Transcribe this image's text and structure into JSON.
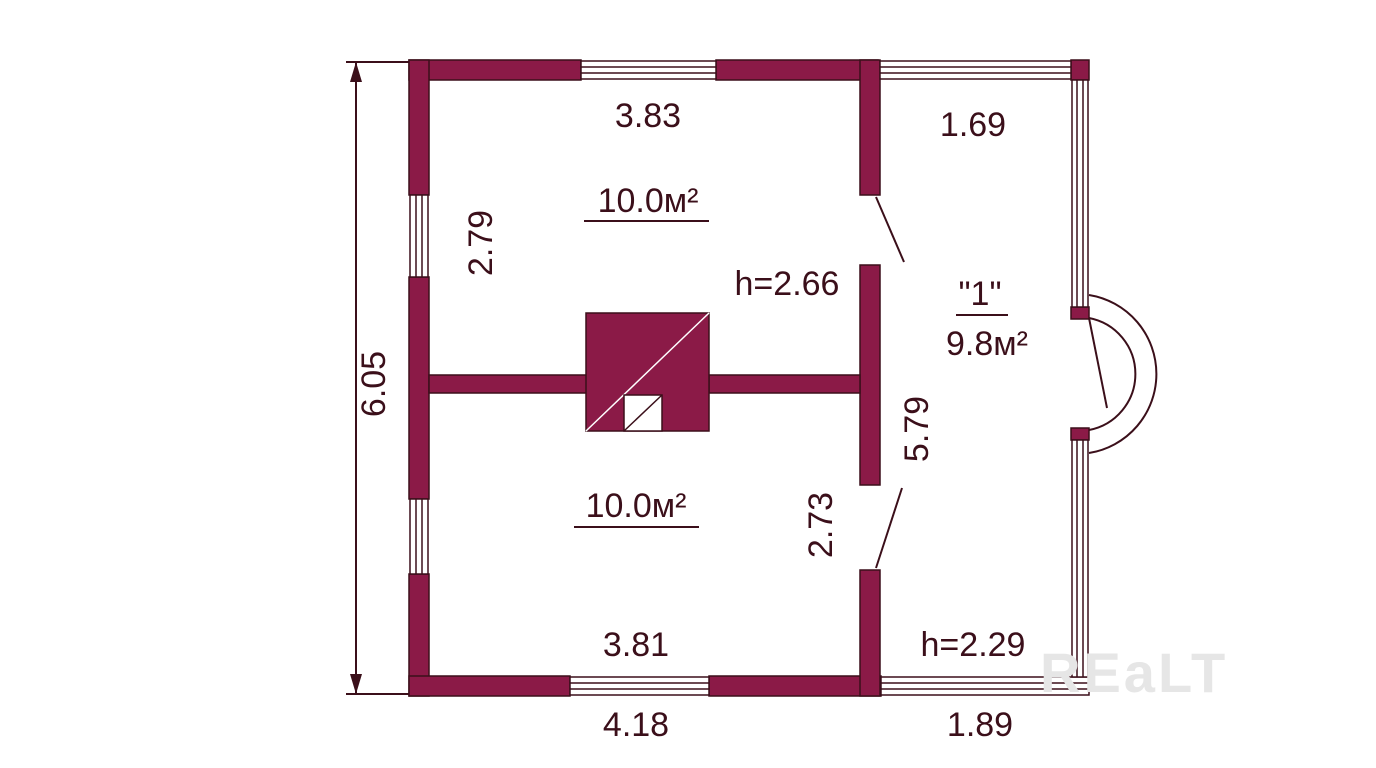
{
  "colors": {
    "wall": "#8b1a47",
    "wall_stroke": "#3b0f1a",
    "text": "#3b0f1a",
    "watermark": "#e6e6e6"
  },
  "labels": {
    "top_width_left": "3.83",
    "top_width_right": "1.69",
    "room1_area": "10.0м²",
    "room2_area": "10.0м²",
    "room1_height_side": "2.79",
    "ceiling_height_1": "h=2.66",
    "hall_name": "\"1\"",
    "hall_area": "9.8м²",
    "hall_length": "5.79",
    "room2_height_side": "2.73",
    "bottom_inner_width": "3.81",
    "ceiling_height_2": "h=2.29",
    "bottom_width_left": "4.18",
    "bottom_width_right": "1.89",
    "total_height": "6.05"
  },
  "watermark": "REaLT"
}
